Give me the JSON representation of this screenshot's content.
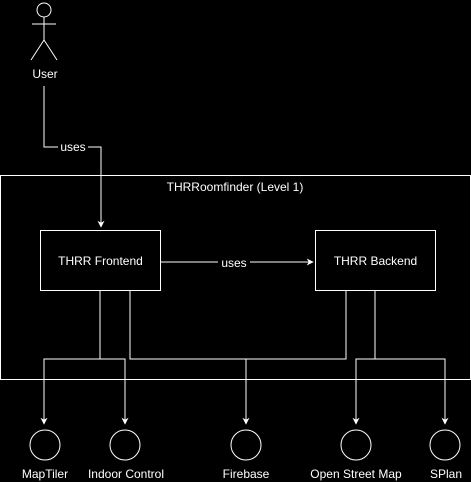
{
  "diagram": {
    "background": "#000000",
    "stroke_color": "#ffffff",
    "text_color": "#ffffff",
    "actor": {
      "label": "User",
      "icon": "stick-figure-icon"
    },
    "container": {
      "title": "THRRoomfinder (Level 1)"
    },
    "components": {
      "frontend": "THRR Frontend",
      "backend": "THRR Backend"
    },
    "edges": {
      "user_to_frontend": "uses",
      "frontend_to_backend": "uses"
    },
    "external_systems": [
      {
        "label": "MapTiler",
        "icon": "interface-circle-icon"
      },
      {
        "label": "Indoor Control",
        "icon": "interface-circle-icon"
      },
      {
        "label": "Firebase",
        "icon": "interface-circle-icon"
      },
      {
        "label": "Open Street Map",
        "icon": "interface-circle-icon"
      },
      {
        "label": "SPlan",
        "icon": "interface-circle-icon"
      }
    ]
  }
}
